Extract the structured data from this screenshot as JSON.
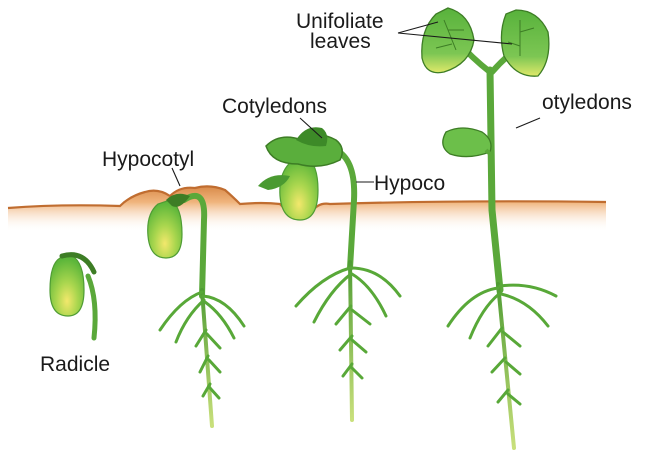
{
  "labels": {
    "radicle": "Radicle",
    "hypocotyl_stage2": "Hypocotyl",
    "cotyledons_stage3": "Cotyledons",
    "hypocotyl_stage3": "Hypoco",
    "unifoliate_line1": "Unifoliate",
    "unifoliate_line2": "leaves",
    "cotyledons_stage4": "otyledons"
  },
  "colors": {
    "soil_top": "#e8a46a",
    "soil_edge": "#c8763a",
    "stem_green": "#5aa83a",
    "stem_dark": "#3d7d25",
    "leaf_green": "#6cbf4a",
    "leaf_light": "#e8ef6a",
    "seed_green": "#66c040",
    "seed_yellow": "#f0e36a",
    "root_green": "#58a838"
  }
}
